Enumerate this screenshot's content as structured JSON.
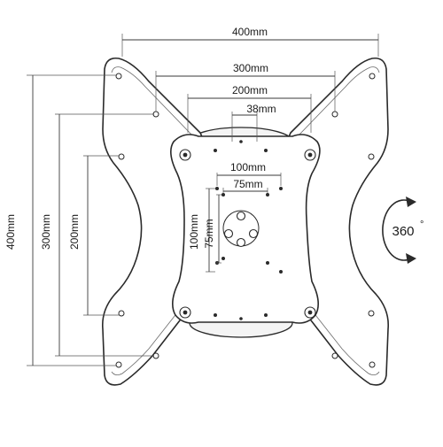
{
  "dimensions": {
    "top_400": "400mm",
    "top_300": "300mm",
    "top_200": "200mm",
    "top_38": "38mm",
    "center_100_h": "100mm",
    "center_75_h": "75mm",
    "left_400": "400mm",
    "left_300": "300mm",
    "left_200": "200mm",
    "center_100_v": "100mm",
    "center_75_v": "75mm"
  },
  "rotation": {
    "value": "360",
    "unit": "°"
  }
}
